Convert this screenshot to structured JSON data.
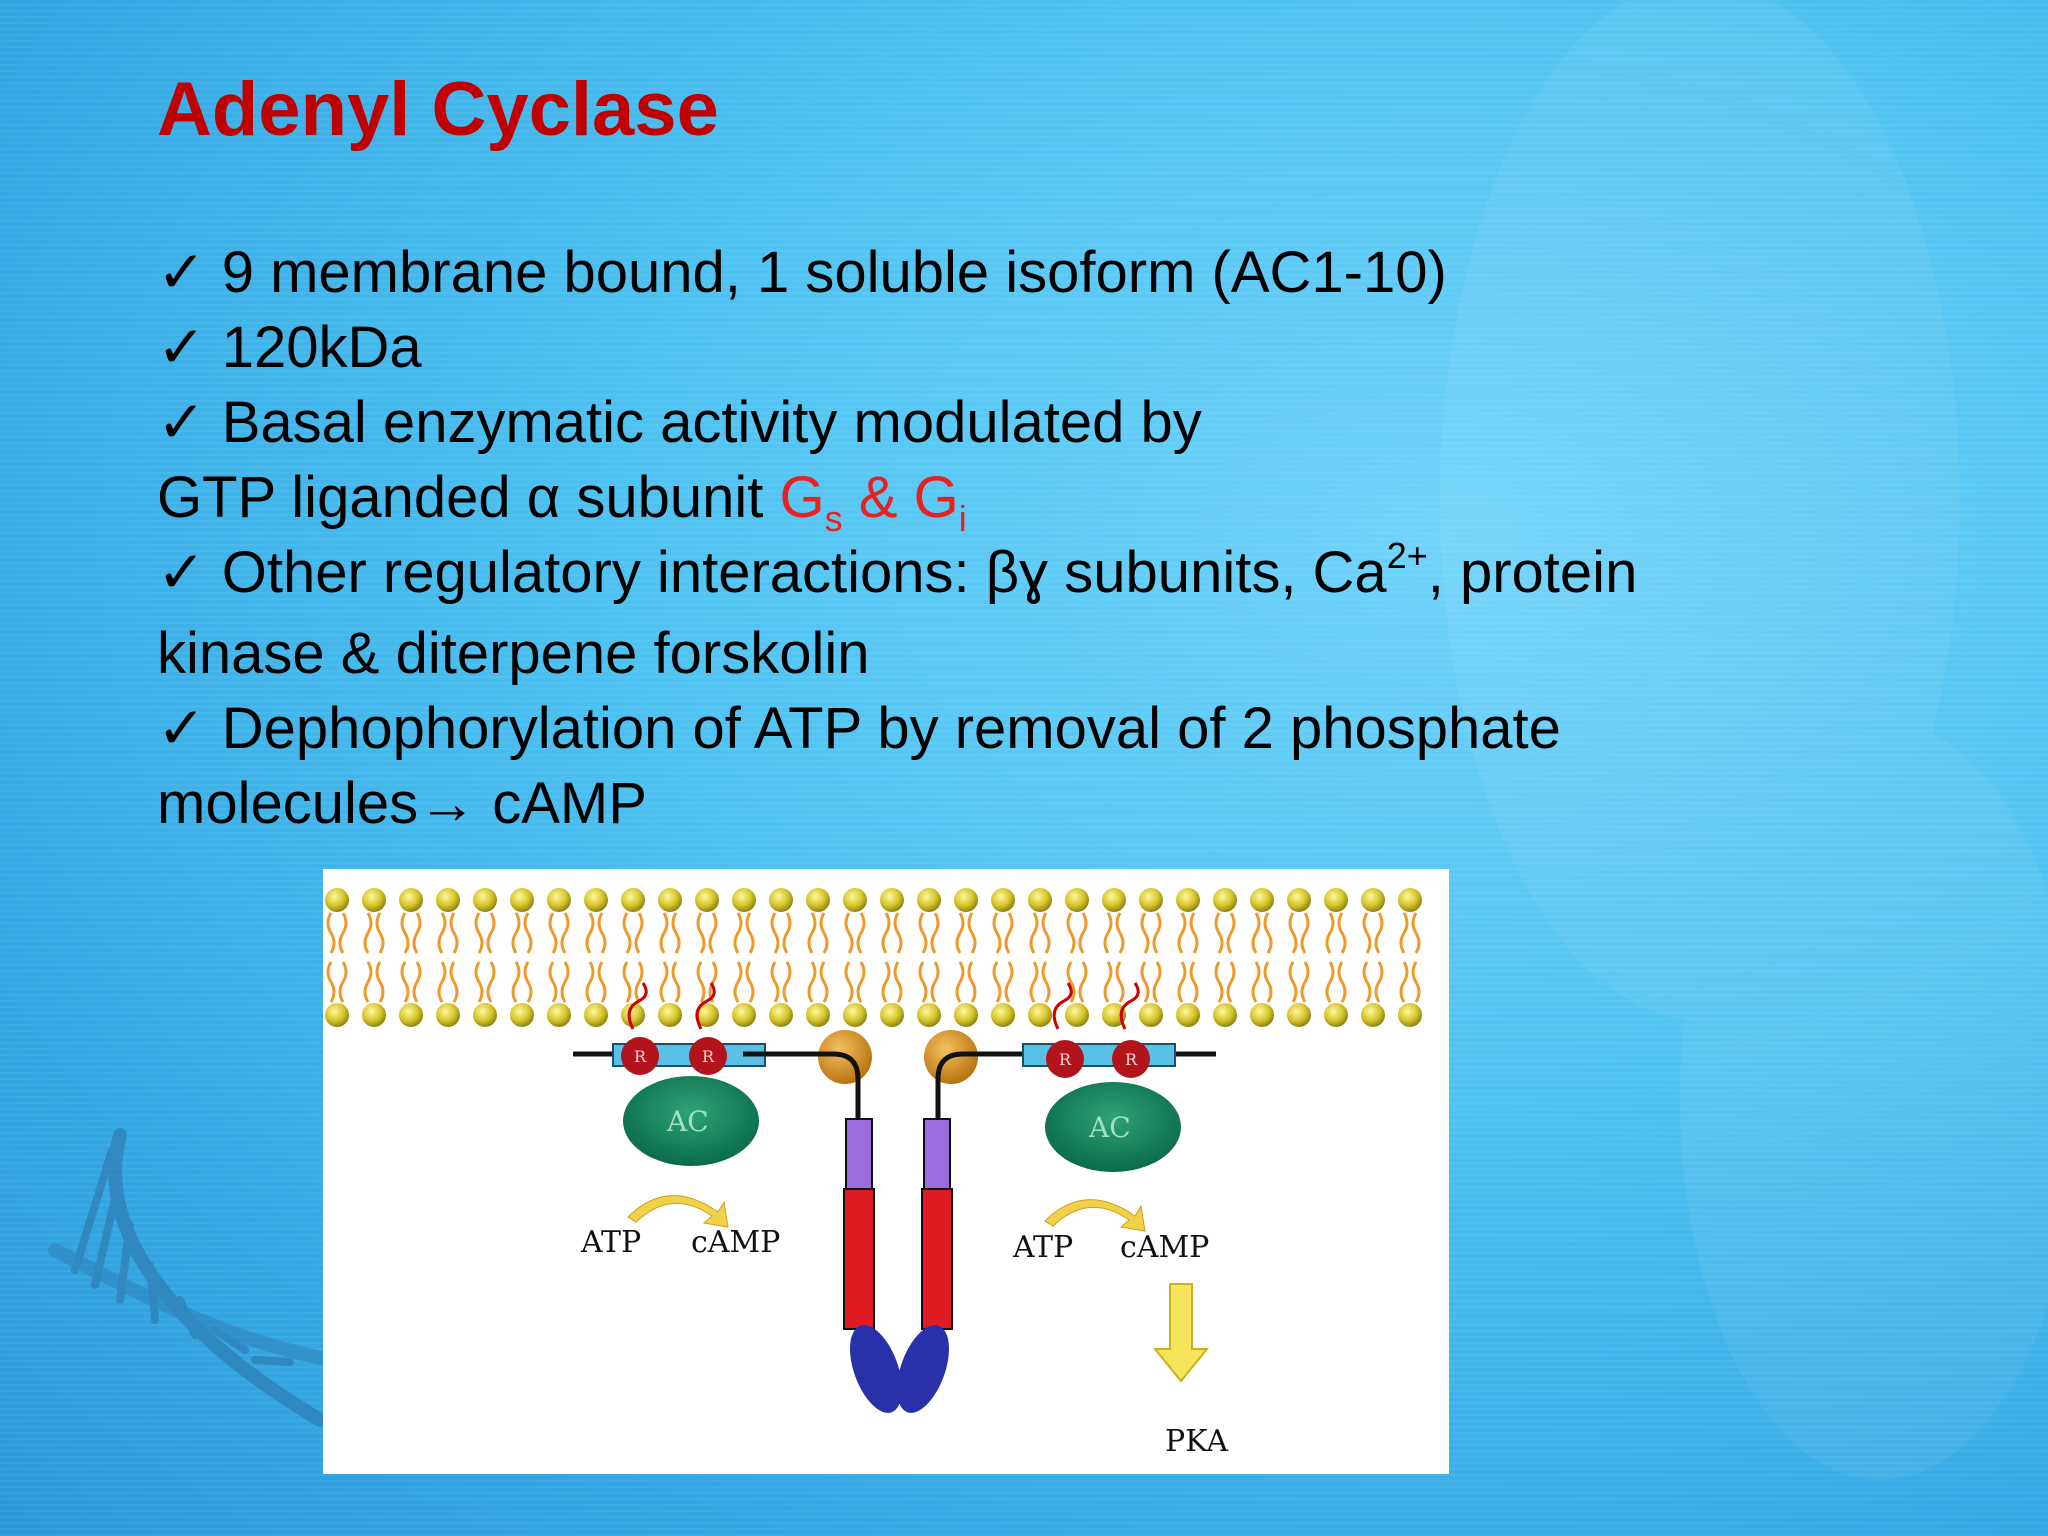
{
  "slide": {
    "title": "Adenyl Cyclase",
    "bullets": {
      "b1": "9 membrane bound, 1 soluble isoform (AC1-10)",
      "b2": "120kDa",
      "b3": "Basal enzymatic activity modulated by",
      "b3_cont": "GTP liganded α subunit ",
      "g_letter": "G",
      "gs_sub": "s",
      "amp": " & ",
      "gi_sub": "i",
      "b4_pre": "Other regulatory interactions: βɣ subunits, Ca",
      "b4_sup": "2+",
      "b4_post": ", protein",
      "b4_cont": "kinase & diterpene forskolin",
      "b5": "Dephophorylation of  ATP by removal of 2 phosphate",
      "b5_cont": "molecules→ cAMP"
    },
    "check_symbol": "✓",
    "colors": {
      "title": "#c00000",
      "accent": "#e8201e",
      "background": "#4ec2f1"
    }
  },
  "diagram": {
    "left": {
      "ac": "AC",
      "atp": "ATP",
      "camp": "cAMP",
      "r1": "R",
      "r2": "R"
    },
    "right": {
      "ac": "AC",
      "atp": "ATP",
      "camp": "cAMP",
      "pka": "PKA",
      "r1": "R",
      "r2": "R"
    }
  }
}
